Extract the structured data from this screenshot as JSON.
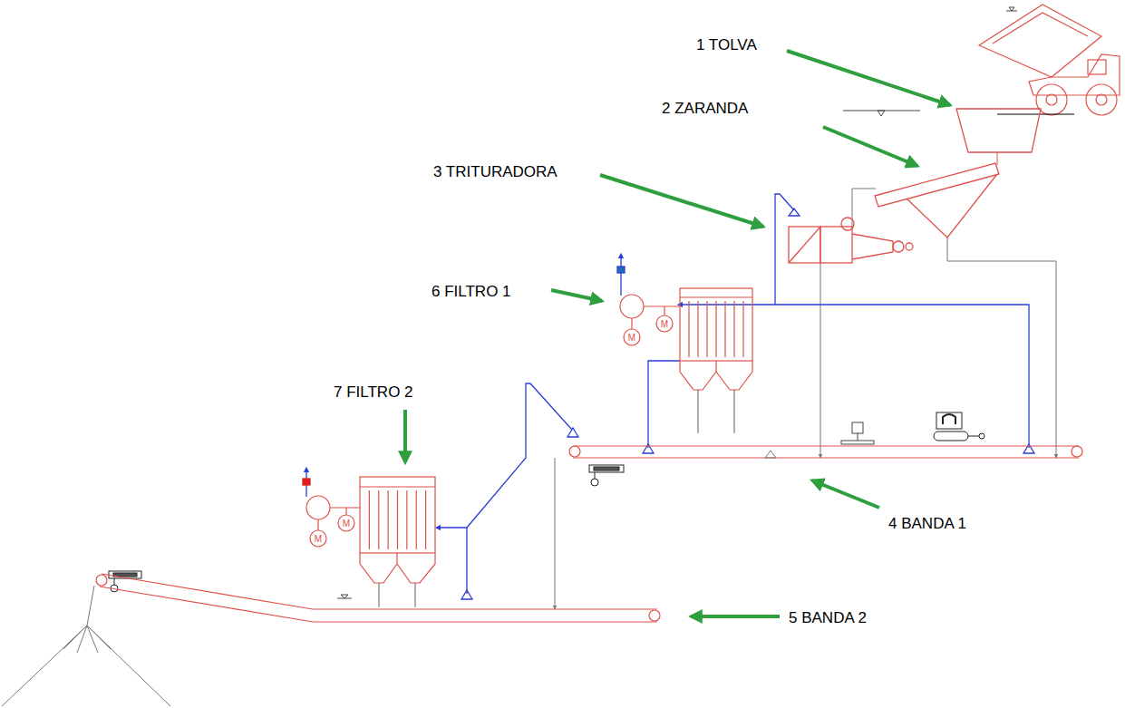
{
  "diagram": {
    "labels": [
      "1 TOLVA",
      "2 ZARANDA",
      "3 TRITURADORA",
      "4 BANDA 1",
      "5 BANDA 2",
      "6 FILTRO 1",
      "7 FILTRO 2",
      "M",
      "M",
      "M",
      "M"
    ]
  }
}
